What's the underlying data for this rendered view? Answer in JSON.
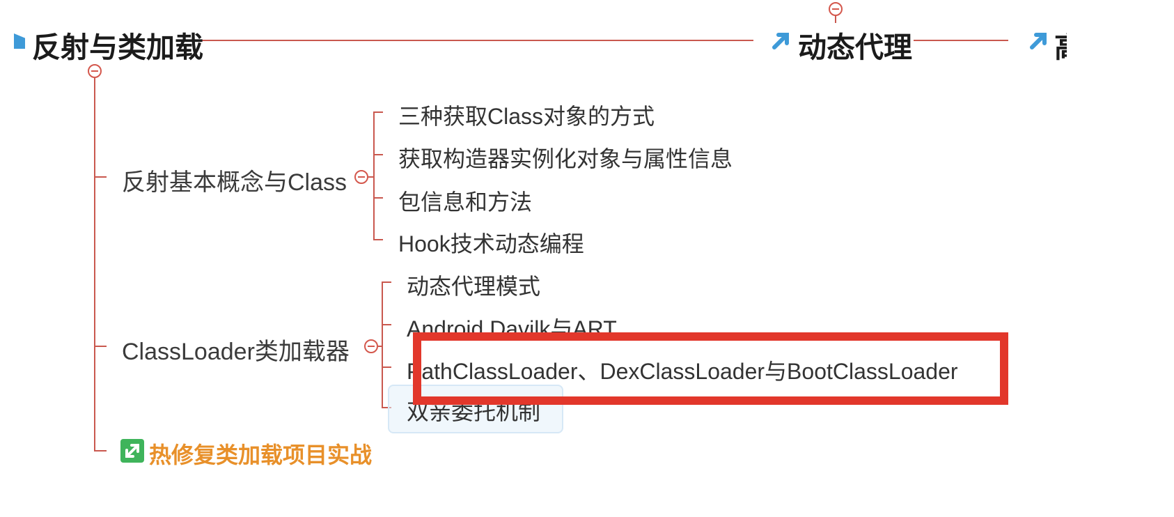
{
  "root": {
    "title": "反射与类加载"
  },
  "siblings": [
    {
      "label": "动态代理",
      "icon": "link-arrow-icon"
    },
    {
      "label": "高",
      "icon": "link-arrow-icon"
    }
  ],
  "branches": [
    {
      "label": "反射基本概念与Class",
      "items": [
        "三种获取Class对象的方式",
        "获取构造器实例化对象与属性信息",
        "包信息和方法",
        "Hook技术动态编程"
      ]
    },
    {
      "label": "ClassLoader类加载器",
      "items": [
        "动态代理模式",
        "Android Davilk与ART",
        "PathClassLoader、DexClassLoader与BootClassLoader",
        "双亲委托机制"
      ]
    }
  ],
  "project": {
    "label": "热修复类加载项目实战",
    "icon": "external-link-icon"
  },
  "colors": {
    "connector": "#c9584e",
    "highlight": "#e2372b",
    "orange": "#e8902a",
    "accent": "#3e9ad8"
  }
}
